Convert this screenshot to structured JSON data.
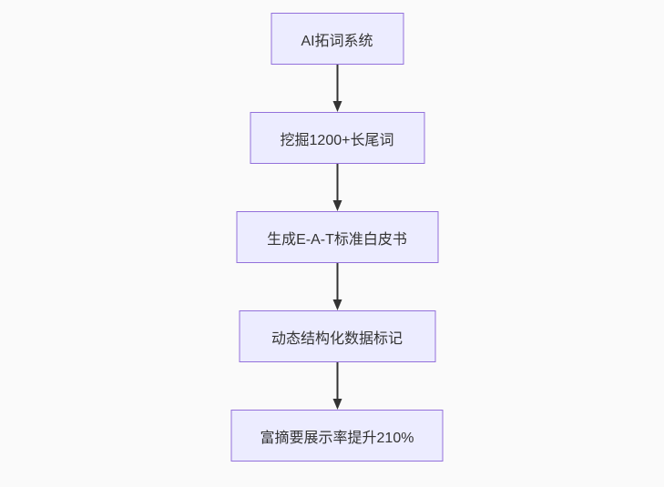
{
  "diagram": {
    "type": "flowchart-top-down",
    "background_color": "#fafafa",
    "node_fill_color": "#ECECFF",
    "node_border_color": "#9370DB",
    "text_color": "#333333",
    "arrow_color": "#333333",
    "nodes": [
      {
        "label": "AI拓词系统"
      },
      {
        "label": "挖掘1200+长尾词"
      },
      {
        "label": "生成E-A-T标准白皮书"
      },
      {
        "label": "动态结构化数据标记"
      },
      {
        "label": "富摘要展示率提升210%"
      }
    ],
    "edges": [
      {
        "from": 0,
        "to": 1
      },
      {
        "from": 1,
        "to": 2
      },
      {
        "from": 2,
        "to": 3
      },
      {
        "from": 3,
        "to": 4
      }
    ]
  }
}
